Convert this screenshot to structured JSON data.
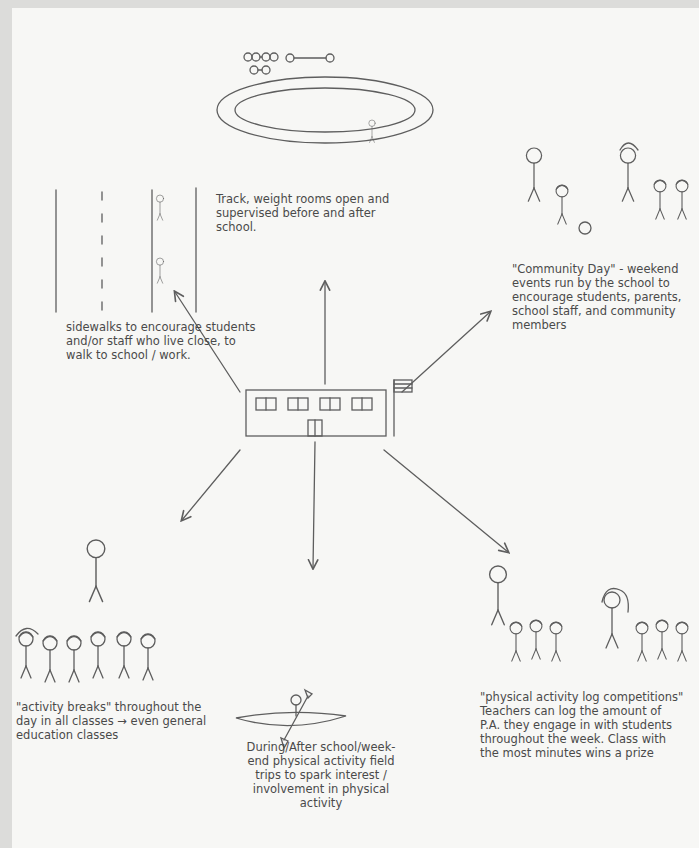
{
  "diagram": {
    "labels": [
      "Track, weight rooms open and supervised before and after school.",
      "sidewalks to encourage students and/or staff who live close, to walk to school / work.",
      "\"Community Day\" - weekend events run by the school to encourage students, parents, school staff, and community members",
      "\"activity breaks\" throughout the day in all classes → even general education classes",
      "During/After school/week-end physical activity field trips to spark interest / involvement in physical activity",
      "\"physical activity log competitions\" Teachers can log the amount of P.A. they engage in with students throughout the week. Class with the most minutes wins a prize"
    ]
  }
}
